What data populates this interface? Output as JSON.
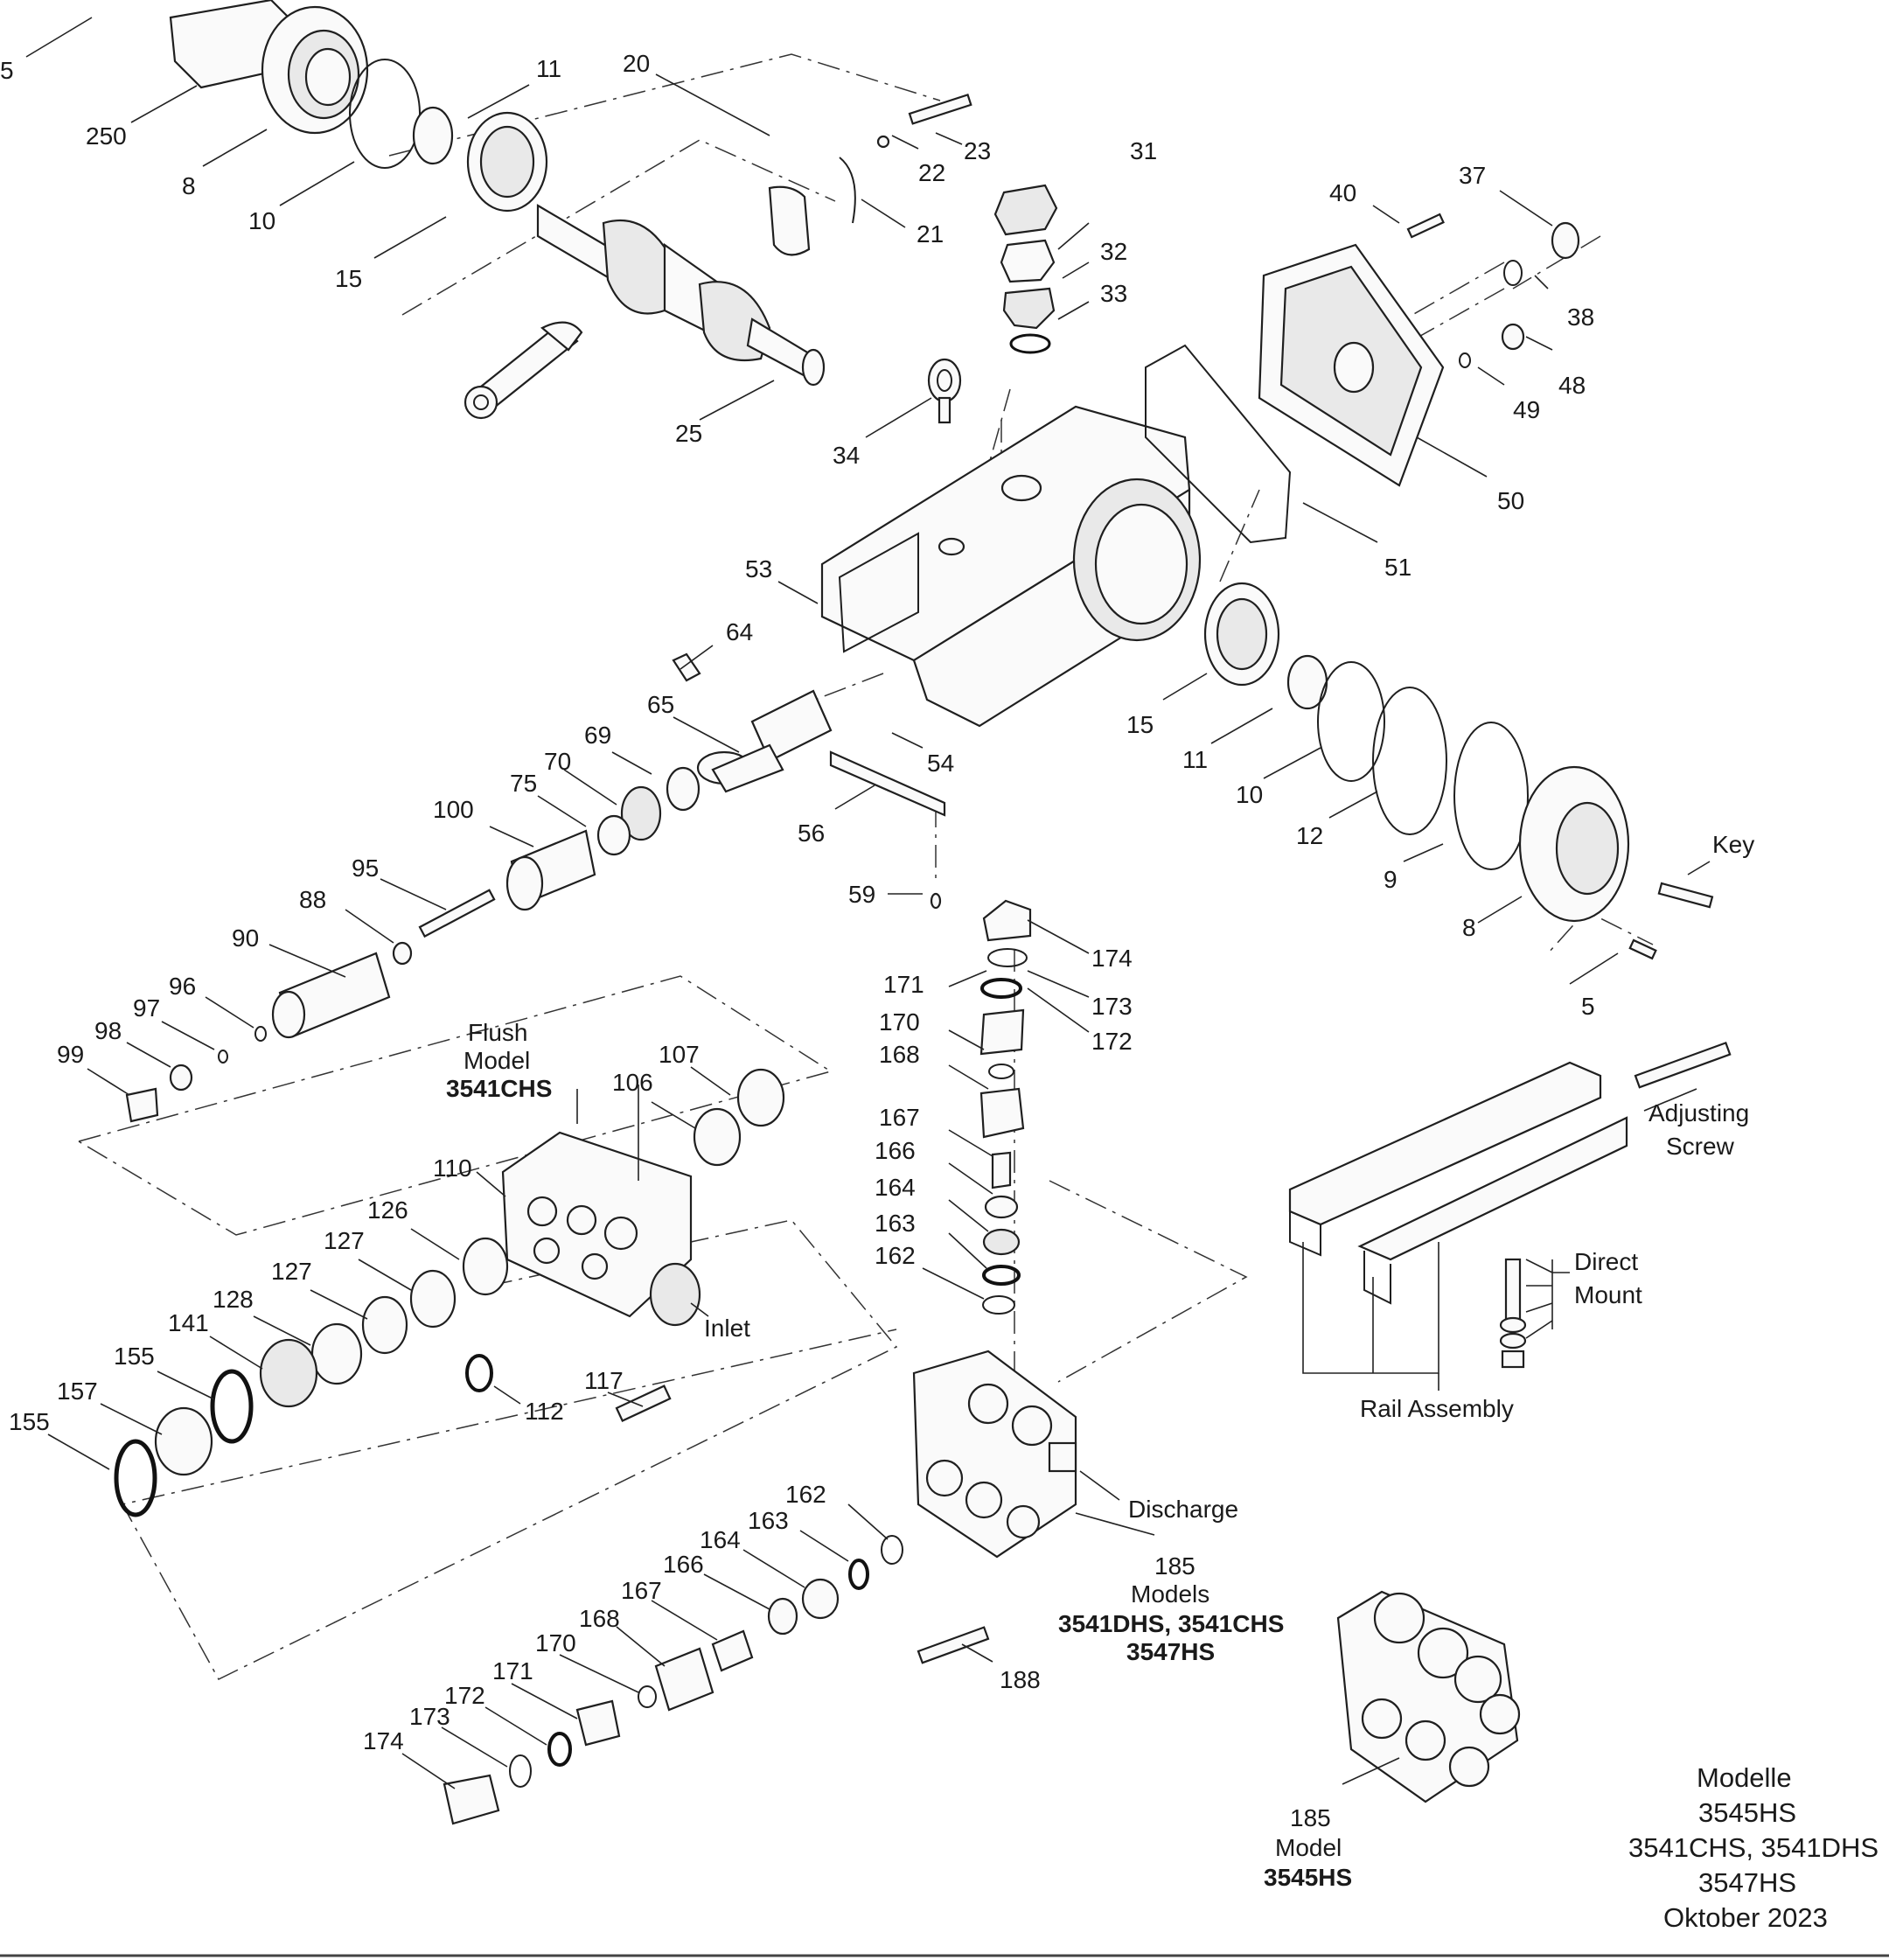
{
  "callouts": [
    {
      "id": "c5a",
      "text": "5"
    },
    {
      "id": "c250",
      "text": "250"
    },
    {
      "id": "c8a",
      "text": "8"
    },
    {
      "id": "c10a",
      "text": "10"
    },
    {
      "id": "c11a",
      "text": "11"
    },
    {
      "id": "c15a",
      "text": "15"
    },
    {
      "id": "c20",
      "text": "20"
    },
    {
      "id": "c22",
      "text": "22"
    },
    {
      "id": "c23",
      "text": "23"
    },
    {
      "id": "c21",
      "text": "21"
    },
    {
      "id": "c25",
      "text": "25"
    },
    {
      "id": "c31",
      "text": "31"
    },
    {
      "id": "c32",
      "text": "32"
    },
    {
      "id": "c33",
      "text": "33"
    },
    {
      "id": "c34",
      "text": "34"
    },
    {
      "id": "c40",
      "text": "40"
    },
    {
      "id": "c37",
      "text": "37"
    },
    {
      "id": "c38",
      "text": "38"
    },
    {
      "id": "c48",
      "text": "48"
    },
    {
      "id": "c49",
      "text": "49"
    },
    {
      "id": "c50",
      "text": "50"
    },
    {
      "id": "c51",
      "text": "51"
    },
    {
      "id": "c53",
      "text": "53"
    },
    {
      "id": "c64",
      "text": "64"
    },
    {
      "id": "c65",
      "text": "65"
    },
    {
      "id": "c54",
      "text": "54"
    },
    {
      "id": "c69",
      "text": "69"
    },
    {
      "id": "c70a",
      "text": "70"
    },
    {
      "id": "c75",
      "text": "75"
    },
    {
      "id": "c100",
      "text": "100"
    },
    {
      "id": "c56",
      "text": "56"
    },
    {
      "id": "c95",
      "text": "95"
    },
    {
      "id": "c88",
      "text": "88"
    },
    {
      "id": "c90",
      "text": "90"
    },
    {
      "id": "c59",
      "text": "59"
    },
    {
      "id": "c15b",
      "text": "15"
    },
    {
      "id": "c11b",
      "text": "11"
    },
    {
      "id": "c10b",
      "text": "10"
    },
    {
      "id": "c12",
      "text": "12"
    },
    {
      "id": "c9",
      "text": "9"
    },
    {
      "id": "c8b",
      "text": "8"
    },
    {
      "id": "c5b",
      "text": "5"
    },
    {
      "id": "ckey",
      "text": "Key"
    },
    {
      "id": "c96",
      "text": "96"
    },
    {
      "id": "c97",
      "text": "97"
    },
    {
      "id": "c98",
      "text": "98"
    },
    {
      "id": "c99",
      "text": "99"
    },
    {
      "id": "c174a",
      "text": "174"
    },
    {
      "id": "c173a",
      "text": "173"
    },
    {
      "id": "c172a",
      "text": "172"
    },
    {
      "id": "c171a",
      "text": "171"
    },
    {
      "id": "c170a",
      "text": "170"
    },
    {
      "id": "c168a",
      "text": "168"
    },
    {
      "id": "c167a",
      "text": "167"
    },
    {
      "id": "c166a",
      "text": "166"
    },
    {
      "id": "c164a",
      "text": "164"
    },
    {
      "id": "c163a",
      "text": "163"
    },
    {
      "id": "c162a",
      "text": "162"
    },
    {
      "id": "c107",
      "text": "107"
    },
    {
      "id": "c106",
      "text": "106"
    },
    {
      "id": "c110",
      "text": "110"
    },
    {
      "id": "c126",
      "text": "126"
    },
    {
      "id": "c127a",
      "text": "127"
    },
    {
      "id": "c127b",
      "text": "127"
    },
    {
      "id": "c128",
      "text": "128"
    },
    {
      "id": "c141",
      "text": "141"
    },
    {
      "id": "c155a",
      "text": "155"
    },
    {
      "id": "c157",
      "text": "157"
    },
    {
      "id": "c155b",
      "text": "155"
    },
    {
      "id": "c112",
      "text": "112"
    },
    {
      "id": "c117",
      "text": "117"
    },
    {
      "id": "cinlet",
      "text": "Inlet"
    },
    {
      "id": "cdischarge",
      "text": "Discharge"
    },
    {
      "id": "c162b",
      "text": "162"
    },
    {
      "id": "c163b",
      "text": "163"
    },
    {
      "id": "c164b",
      "text": "164"
    },
    {
      "id": "c166b",
      "text": "166"
    },
    {
      "id": "c167b",
      "text": "167"
    },
    {
      "id": "c168b",
      "text": "168"
    },
    {
      "id": "c170b",
      "text": "170"
    },
    {
      "id": "c171b",
      "text": "171"
    },
    {
      "id": "c172b",
      "text": "172"
    },
    {
      "id": "c173b",
      "text": "173"
    },
    {
      "id": "c174b",
      "text": "174"
    },
    {
      "id": "c188",
      "text": "188"
    },
    {
      "id": "c185a",
      "text": "185"
    },
    {
      "id": "c185b",
      "text": "185"
    },
    {
      "id": "cadj1",
      "text": "Adjusting"
    },
    {
      "id": "cadj2",
      "text": "Screw"
    },
    {
      "id": "cdm1",
      "text": "Direct"
    },
    {
      "id": "cdm2",
      "text": "Mount"
    },
    {
      "id": "crail",
      "text": "Rail Assembly"
    }
  ],
  "flush_model": {
    "line1": "Flush",
    "line2": "Model",
    "model": "3541CHS"
  },
  "manifold_note": {
    "line1": "Models",
    "line2": "3541DHS, 3541CHS",
    "line3": "3547HS"
  },
  "alt_manifold_note": {
    "line1": "Model",
    "line2": "3545HS"
  },
  "footer": {
    "line1": "Modelle",
    "line2": "3545HS",
    "line3": "3541CHS, 3541DHS",
    "line4": "3547HS",
    "line5": "Oktober 2023"
  }
}
